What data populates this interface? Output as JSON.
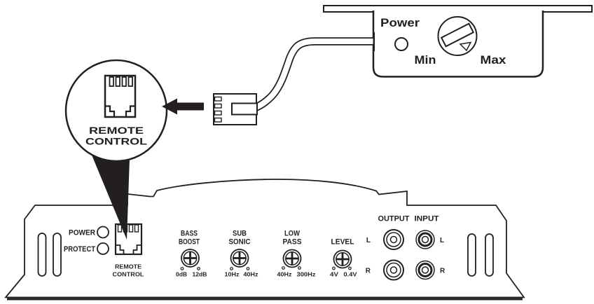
{
  "remote_unit": {
    "power_label": "Power",
    "min_label": "Min",
    "max_label": "Max"
  },
  "callout": {
    "label_line1": "REMOTE",
    "label_line2": "CONTROL"
  },
  "amplifier": {
    "power_label": "POWER",
    "protect_label": "PROTECT",
    "remote_label_line1": "REMOTE",
    "remote_label_line2": "CONTROL",
    "knobs": [
      {
        "label_line1": "BASS",
        "label_line2": "BOOST",
        "min": "0dB",
        "max": "12dB"
      },
      {
        "label_line1": "SUB",
        "label_line2": "SONIC",
        "min": "10Hz",
        "max": "40Hz"
      },
      {
        "label_line1": "LOW",
        "label_line2": "PASS",
        "min": "40Hz",
        "max": "300Hz"
      },
      {
        "label_line1": "",
        "label_line2": "LEVEL",
        "min": "4V",
        "max": "0.4V"
      }
    ],
    "output_label": "OUTPUT",
    "input_label": "INPUT",
    "output_left": "L",
    "output_right": "R",
    "input_left": "L",
    "input_right": "R"
  },
  "colors": {
    "line": "#231f20",
    "background": "#ffffff"
  }
}
